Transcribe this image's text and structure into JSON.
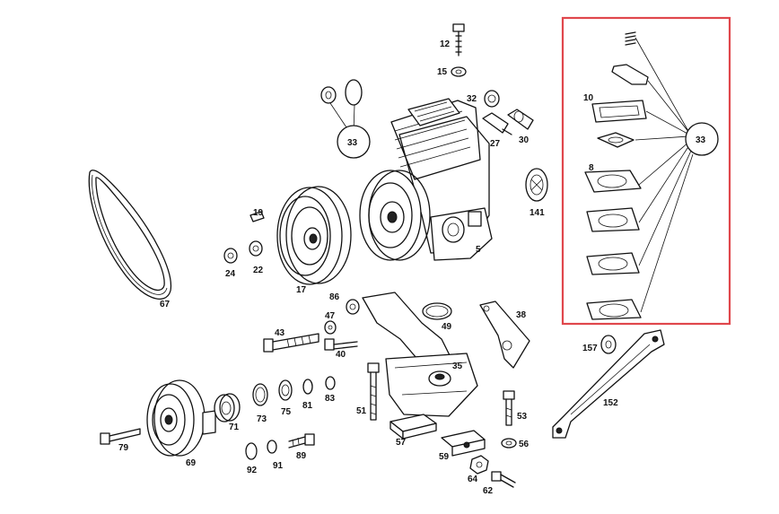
{
  "labels": {
    "p5": "5",
    "p8": "8",
    "p10": "10",
    "p12": "12",
    "p15": "15",
    "p17": "17",
    "p19": "19",
    "p22": "22",
    "p24": "24",
    "p27": "27",
    "p30": "30",
    "p32": "32",
    "p33a": "33",
    "p33b": "33",
    "p35": "35",
    "p38": "38",
    "p40": "40",
    "p43": "43",
    "p47": "47",
    "p49": "49",
    "p51": "51",
    "p53": "53",
    "p56": "56",
    "p57": "57",
    "p59": "59",
    "p62": "62",
    "p64": "64",
    "p67": "67",
    "p69": "69",
    "p71": "71",
    "p73": "73",
    "p75": "75",
    "p79": "79",
    "p81": "81",
    "p83": "83",
    "p86": "86",
    "p89": "89",
    "p91": "91",
    "p92": "92",
    "p141": "141",
    "p152": "152",
    "p157": "157"
  },
  "highlight": {
    "color": "#e0474c"
  }
}
